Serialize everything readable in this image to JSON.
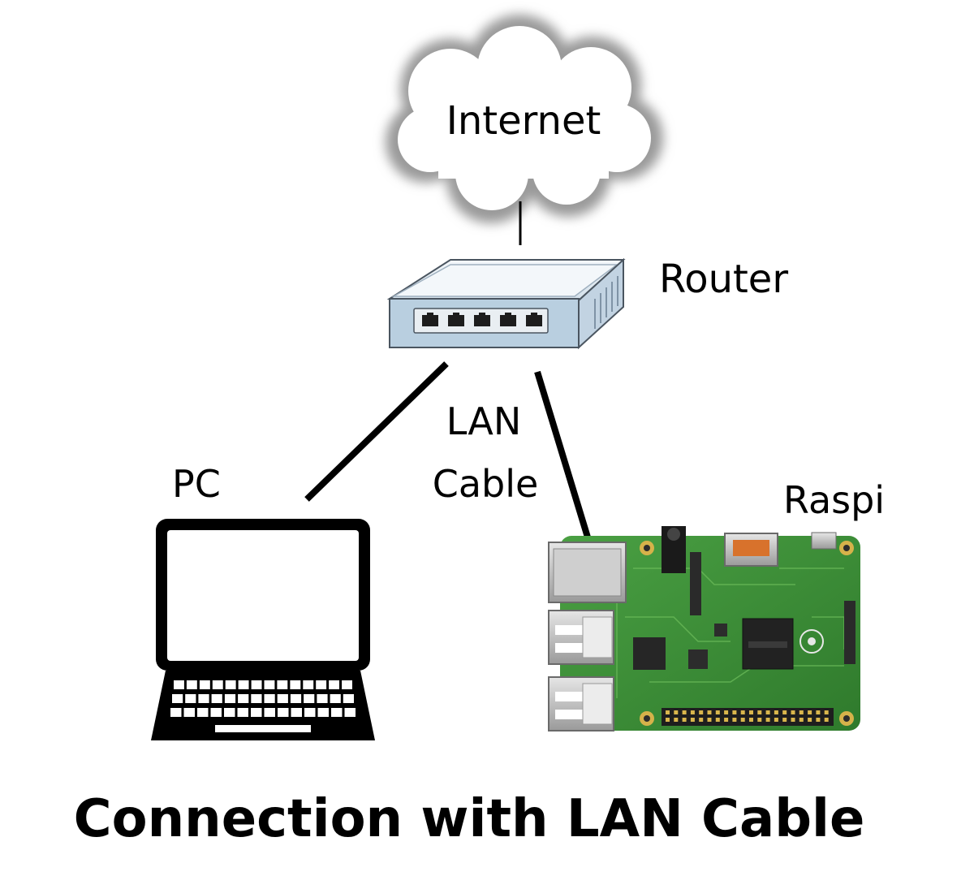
{
  "labels": {
    "internet": "Internet",
    "router": "Router",
    "lan_line1": "LAN",
    "lan_line2": "Cable",
    "pc": "PC",
    "raspi": "Raspi"
  },
  "title": "Connection with LAN Cable",
  "icons": {
    "internet": "cloud-icon",
    "router": "router-icon",
    "pc": "laptop-icon",
    "raspi": "raspberry-pi-board-icon"
  },
  "colors": {
    "board_green": "#3f8f3a",
    "router_body": "#b9cfe0",
    "line": "#000000"
  }
}
